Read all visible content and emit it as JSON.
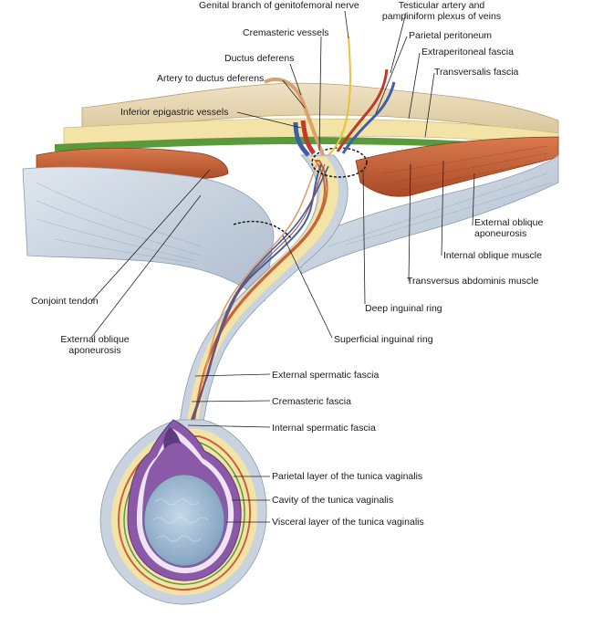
{
  "labels": {
    "genital_branch": "Genital branch of genitofemoral nerve",
    "testicular_artery_line1": "Testicular artery and",
    "testicular_artery_line2": "pampiniform plexus of veins",
    "cremasteric_vessels": "Cremasteric vessels",
    "parietal_peritoneum": "Parietal peritoneum",
    "ductus_deferens": "Ductus deferens",
    "extraperitoneal_fascia": "Extraperitoneal fascia",
    "artery_to_ductus": "Artery to ductus deferens",
    "transversalis_fascia": "Transversalis fascia",
    "inferior_epigastric": "Inferior epigastric vessels",
    "ext_oblique_aponeurosis_right_line1": "External oblique",
    "ext_oblique_aponeurosis_right_line2": "aponeurosis",
    "internal_oblique": "Internal oblique muscle",
    "transversus_abdominis": "Transversus abdominis muscle",
    "conjoint_tendon": "Conjoint tendon",
    "deep_inguinal_ring": "Deep inguinal ring",
    "ext_oblique_aponeurosis_left_line1": "External oblique",
    "ext_oblique_aponeurosis_left_line2": "aponeurosis",
    "superficial_inguinal_ring": "Superficial inguinal ring",
    "external_spermatic_fascia": "External spermatic fascia",
    "cremasteric_fascia": "Cremasteric fascia",
    "internal_spermatic_fascia": "Internal spermatic fascia",
    "parietal_layer": "Parietal layer of the tunica vaginalis",
    "cavity": "Cavity of the tunica vaginalis",
    "visceral_layer": "Visceral layer of the tunica vaginalis"
  },
  "colors": {
    "aponeurosis": "#c9d3df",
    "muscle": "#c8643a",
    "fat": "#f3e3a6",
    "fascia_green": "#5a9a3c",
    "peritoneum": "#e9d9b4",
    "artery": "#c0392b",
    "vein": "#3c5fa8",
    "nerve": "#e8c13a",
    "ductus": "#d9a070",
    "tunica": "#8a5aa8",
    "testis": "#9fb7cf"
  }
}
